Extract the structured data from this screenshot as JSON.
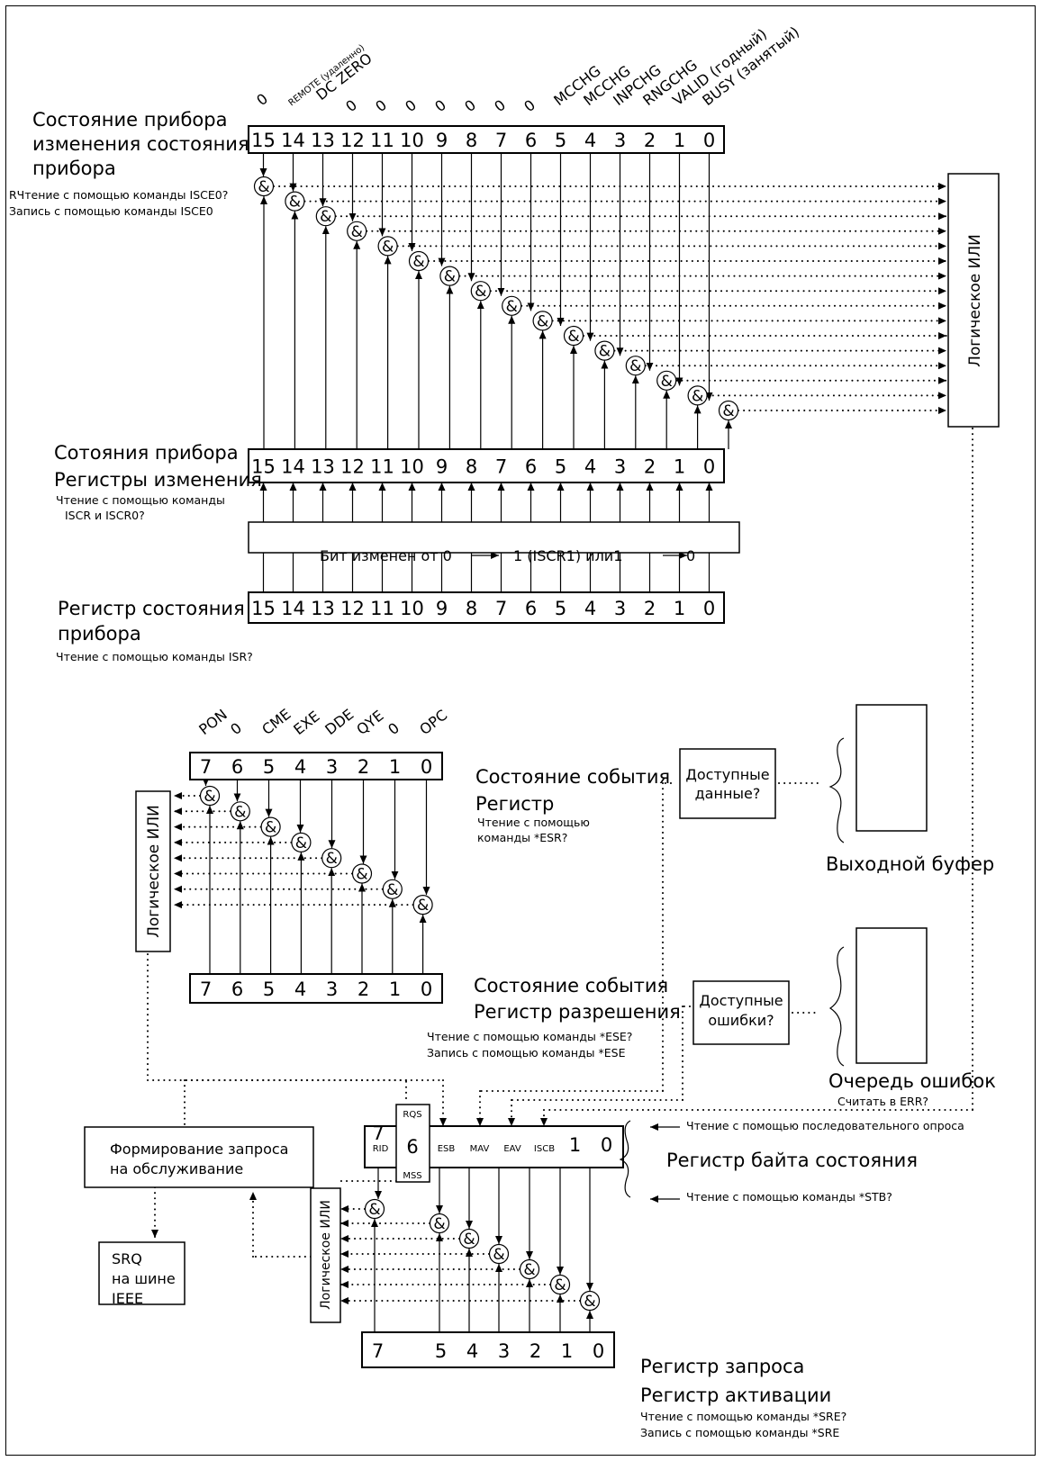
{
  "isce": {
    "register_title": [
      "Состояние прибора",
      "изменения состояния",
      "прибора"
    ],
    "read_note": "RЧтение с помощью команды ISCE0?",
    "write_note": "Запись с помощью команды ISCE0",
    "bit_names": [
      "0",
      "REMOTE (удаленно)",
      "DC ZERO",
      "0",
      "0",
      "0",
      "0",
      "0",
      "0",
      "0",
      "MCCHG",
      "MCCHG",
      "INPCHG",
      "RNGCHG",
      "VALID (годный)",
      "BUSY (занятый)"
    ],
    "bits": [
      "15",
      "14",
      "13",
      "12",
      "11",
      "10",
      "9",
      "8",
      "7",
      "6",
      "5",
      "4",
      "3",
      "2",
      "1",
      "0"
    ],
    "logical_or": "Логическое ИЛИ"
  },
  "iscr": {
    "register_title": [
      "Сотояния прибора",
      "Регистры изменения"
    ],
    "read_note": [
      "Чтение с помощью команды",
      "ISCR и ISCR0?"
    ],
    "bits": [
      "15",
      "14",
      "13",
      "12",
      "11",
      "10",
      "9",
      "8",
      "7",
      "6",
      "5",
      "4",
      "3",
      "2",
      "1",
      "0"
    ]
  },
  "transition_bar": {
    "parts": [
      "Бит изменен от 0",
      "1 (ISCR1) или1",
      "0"
    ]
  },
  "isr": {
    "register_title": [
      "Регистр состояния",
      "прибора"
    ],
    "read_note": "Чтение с помощью команды ISR?",
    "bits": [
      "15",
      "14",
      "13",
      "12",
      "11",
      "10",
      "9",
      "8",
      "7",
      "6",
      "5",
      "4",
      "3",
      "2",
      "1",
      "0"
    ]
  },
  "esr": {
    "bit_names": [
      "PON",
      "0",
      "CME",
      "EXE",
      "DDE",
      "QYE",
      "0",
      "OPC"
    ],
    "bits": [
      "7",
      "6",
      "5",
      "4",
      "3",
      "2",
      "1",
      "0"
    ],
    "register_title": [
      "Состояние события",
      "Регистр"
    ],
    "read_note": [
      "Чтение с помощью",
      "команды *ESR?"
    ],
    "logical_or": "Логическое ИЛИ"
  },
  "ese": {
    "bits": [
      "7",
      "6",
      "5",
      "4",
      "3",
      "2",
      "1",
      "0"
    ],
    "register_title": [
      "Состояние события",
      "Регистр разрешения"
    ],
    "read_note": "Чтение с помощью команды *ESE?",
    "write_note": "Запись с помощью команды *ESE"
  },
  "output_buffer": {
    "available": [
      "Доступные",
      "данные?"
    ],
    "label": "Выходной буфер"
  },
  "error_queue": {
    "available": [
      "Доступные",
      "ошибки?"
    ],
    "label": "Очередь ошибок",
    "read_note": "Считать в ERR?"
  },
  "stb": {
    "bit7": "7",
    "rqs": "RQS",
    "bit6": "6",
    "mss": "MSS",
    "cells": [
      "RID",
      "ESB",
      "MAV",
      "EAV",
      "ISCB",
      "1",
      "0"
    ],
    "title": "Регистр байта состояния",
    "serial_poll_note": "Чтение с помощью последовательного опроса",
    "stb_note": "Чтение с помощью команды *STB?"
  },
  "service_request": {
    "label": [
      "Формирование запроса",
      "на обслуживание"
    ]
  },
  "srq": {
    "label": [
      "SRQ",
      "на шине",
      "IEEE"
    ]
  },
  "sre": {
    "logical_or": "Логическое ИЛИ",
    "bits": [
      "7",
      "5",
      "4",
      "3",
      "2",
      "1",
      "0"
    ],
    "title": [
      "Регистр запроса",
      "Регистр активации"
    ],
    "read_note": "Чтение с помощью команды *SRE?",
    "write_note": "Запись с помощью команды *SRE"
  }
}
